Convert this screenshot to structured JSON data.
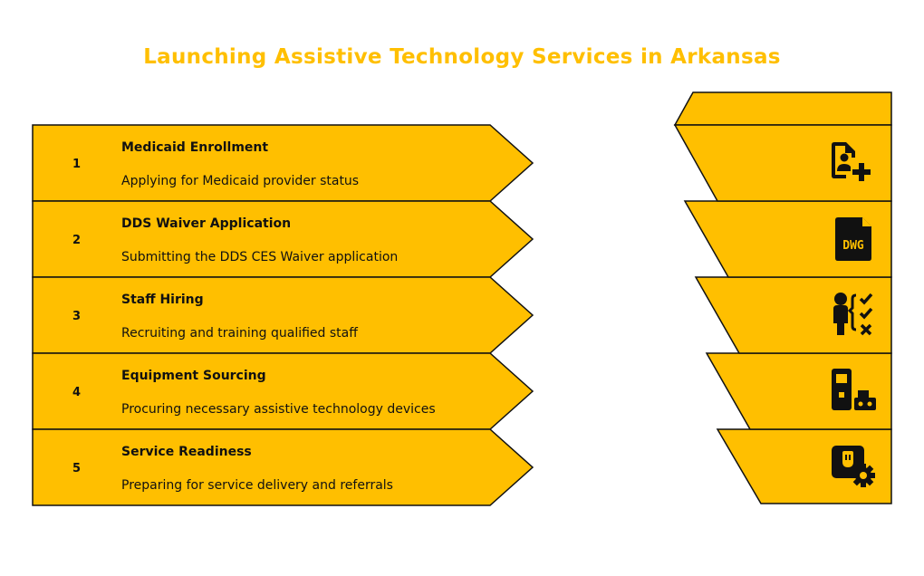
{
  "title": "Launching Assistive Technology Services in Arkansas",
  "colors": {
    "fill": "#FFBF00",
    "stroke": "#111111",
    "title": "#FFBF00",
    "icon": "#111111"
  },
  "steps": [
    {
      "number": "1",
      "title": "Medicaid Enrollment",
      "description": "Applying for Medicaid provider status",
      "icon": "user-plus-file-icon"
    },
    {
      "number": "2",
      "title": "DDS Waiver Application",
      "description": "Submitting the DDS CES Waiver application",
      "icon": "dwg-file-icon"
    },
    {
      "number": "3",
      "title": "Staff Hiring",
      "description": "Recruiting and training qualified staff",
      "icon": "person-checklist-icon"
    },
    {
      "number": "4",
      "title": "Equipment Sourcing",
      "description": "Procuring necessary assistive technology devices",
      "icon": "device-tower-icon"
    },
    {
      "number": "5",
      "title": "Service Readiness",
      "description": "Preparing for service delivery and referrals",
      "icon": "gear-settings-icon"
    }
  ]
}
